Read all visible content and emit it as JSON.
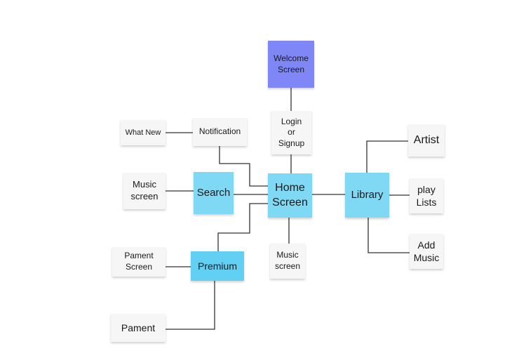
{
  "colors": {
    "welcome": "#7f86f5",
    "primary": "#7fd8f4",
    "secondary": "#f6f6f6",
    "line": "#333333"
  },
  "nodes": {
    "welcome": "Welcome\nScreen",
    "login": "Login\nor\nSignup",
    "home": "Home\nScreen",
    "search": "Search",
    "library": "Library",
    "premium": "Premium",
    "notification": "Notification",
    "whats_new": "What New",
    "search_music_screen": "Music\nscreen",
    "home_music_screen": "Music\nscreen",
    "artist": "Artist",
    "playlists": "play\nLists",
    "add_music": "Add\nMusic",
    "payment_screen": "Pament\nScreen",
    "payment": "Pament"
  }
}
